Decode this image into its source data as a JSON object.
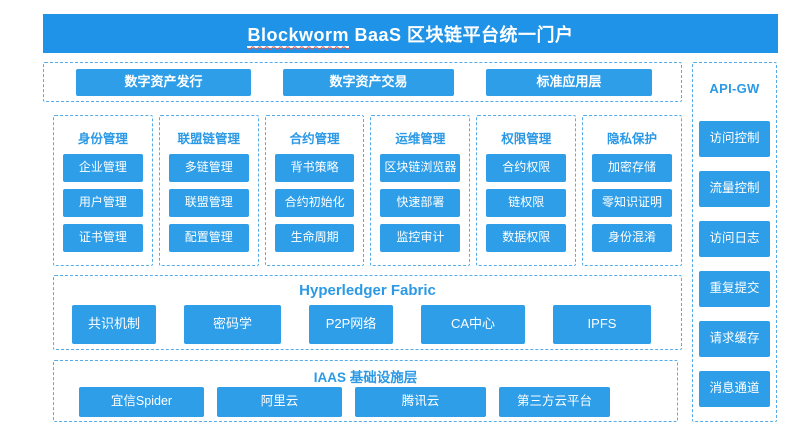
{
  "palette": {
    "banner_bg": "#1e93e8",
    "block_bg": "#2e9ee8",
    "dashed_border": "#56ace8",
    "heading_text": "#2b99e5"
  },
  "banner": {
    "brand": "Blockworm",
    "title_rest": " BaaS 区块链平台统一门户"
  },
  "app_layer": {
    "items": [
      "数字资产发行",
      "数字资产交易",
      "标准应用层"
    ]
  },
  "modules": [
    {
      "title": "身份管理",
      "items": [
        "企业管理",
        "用户管理",
        "证书管理"
      ]
    },
    {
      "title": "联盟链管理",
      "items": [
        "多链管理",
        "联盟管理",
        "配置管理"
      ]
    },
    {
      "title": "合约管理",
      "items": [
        "背书策略",
        "合约初始化",
        "生命周期"
      ]
    },
    {
      "title": "运维管理",
      "items": [
        "区块链浏览器",
        "快速部署",
        "监控审计"
      ]
    },
    {
      "title": "权限管理",
      "items": [
        "合约权限",
        "链权限",
        "数据权限"
      ]
    },
    {
      "title": "隐私保护",
      "items": [
        "加密存储",
        "零知识证明",
        "身份混淆"
      ]
    }
  ],
  "fabric": {
    "title": "Hyperledger Fabric",
    "items": [
      "共识机制",
      "密码学",
      "P2P网络",
      "CA中心",
      "IPFS"
    ]
  },
  "iaas": {
    "title": "IAAS 基础设施层",
    "items": [
      "宜信Spider",
      "阿里云",
      "腾讯云",
      "第三方云平台"
    ]
  },
  "api_gateway": {
    "title": "API-GW",
    "items": [
      "访问控制",
      "流量控制",
      "访问日志",
      "重复提交",
      "请求缓存",
      "消息通道"
    ]
  }
}
